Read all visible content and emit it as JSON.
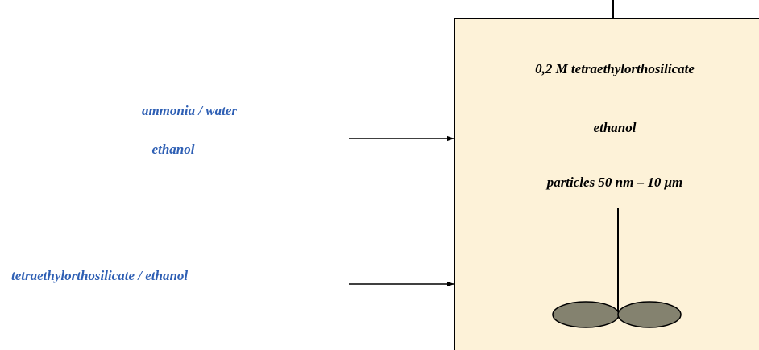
{
  "inputs": [
    {
      "lines": [
        "ammonia / water",
        "ethanol"
      ]
    },
    {
      "lines": [
        "tetraethylorthosilicate / ethanol"
      ]
    }
  ],
  "reactor": {
    "lines": [
      "0,2 M tetraethylorthosilicate",
      "ethanol",
      "particles 50 nm – 10 μm"
    ]
  },
  "colors": {
    "input_text": "#2e5fb4",
    "reactor_text": "#000000",
    "reactor_fill": "#fdf2d8",
    "impeller_fill": "#84826f",
    "lines": "#000000"
  },
  "icons": {
    "stirrer": "impeller-stirrer-icon",
    "arrow": "arrow-right-icon"
  }
}
